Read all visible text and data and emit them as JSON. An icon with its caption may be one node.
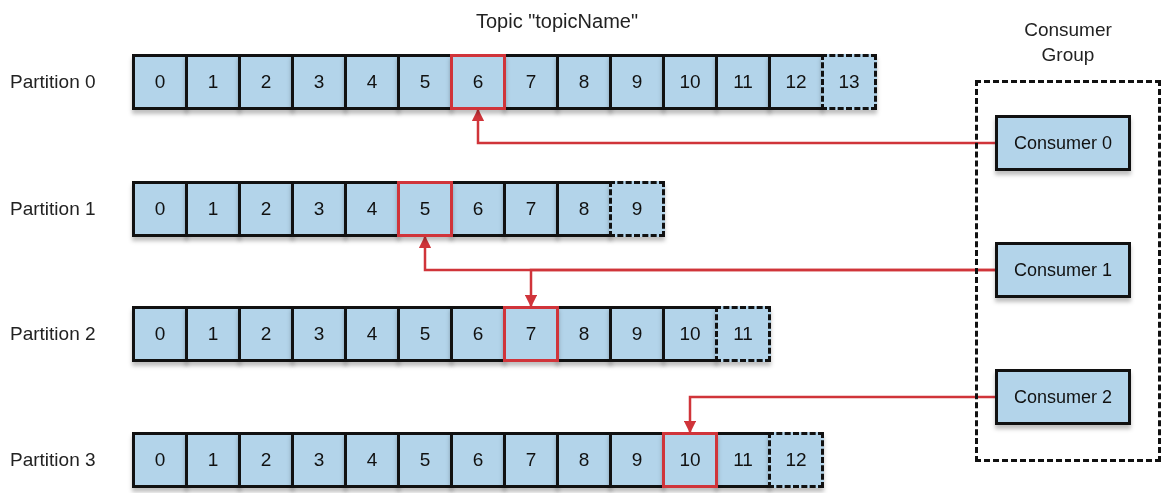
{
  "diagram": {
    "title": "Topic \"topicName\"",
    "nodes": [
      {
        "text": [
          "Partition 0"
        ]
      },
      {
        "text": [
          "0"
        ],
        "in": 0
      },
      {
        "text": [
          "1"
        ],
        "in": 0
      },
      {
        "text": [
          "2"
        ],
        "in": 0
      },
      {
        "text": [
          "3"
        ],
        "in": 0
      },
      {
        "text": [
          "4"
        ],
        "in": 0
      },
      {
        "text": [
          "5"
        ],
        "in": 0
      },
      {
        "text": [
          "6"
        ],
        "in": 0
      },
      {
        "text": [
          "7"
        ],
        "in": 0
      },
      {
        "text": [
          "8"
        ],
        "in": 0
      },
      {
        "text": [
          "9"
        ],
        "in": 0
      },
      {
        "text": [
          "10"
        ],
        "in": 0
      },
      {
        "text": [
          "11"
        ],
        "in": 0
      },
      {
        "text": [
          "12"
        ],
        "in": 0
      },
      {
        "text": [
          "13"
        ],
        "in": 0
      },
      {
        "text": [
          "Partition 1"
        ]
      },
      {
        "text": [
          "0"
        ],
        "in": 15
      },
      {
        "text": [
          "1"
        ],
        "in": 15
      },
      {
        "text": [
          "2"
        ],
        "in": 15
      },
      {
        "text": [
          "3"
        ],
        "in": 15
      },
      {
        "text": [
          "4"
        ],
        "in": 15
      },
      {
        "text": [
          "5"
        ],
        "in": 15
      },
      {
        "text": [
          "6"
        ],
        "in": 15
      },
      {
        "text": [
          "7"
        ],
        "in": 15
      },
      {
        "text": [
          "8"
        ],
        "in": 15
      },
      {
        "text": [
          "9"
        ],
        "in": 15
      },
      {
        "text": [
          "Partition 2"
        ]
      },
      {
        "text": [
          "0"
        ],
        "in": 26
      },
      {
        "text": [
          "1"
        ],
        "in": 26
      },
      {
        "text": [
          "2"
        ],
        "in": 26
      },
      {
        "text": [
          "3"
        ],
        "in": 26
      },
      {
        "text": [
          "4"
        ],
        "in": 26
      },
      {
        "text": [
          "5"
        ],
        "in": 26
      },
      {
        "text": [
          "6"
        ],
        "in": 26
      },
      {
        "text": [
          "7"
        ],
        "in": 26
      },
      {
        "text": [
          "8"
        ],
        "in": 26
      },
      {
        "text": [
          "9"
        ],
        "in": 26
      },
      {
        "text": [
          "10"
        ],
        "in": 26
      },
      {
        "text": [
          "11"
        ],
        "in": 26
      },
      {
        "text": [
          "Partition 3"
        ]
      },
      {
        "text": [
          "0"
        ],
        "in": 39
      },
      {
        "text": [
          "1"
        ],
        "in": 39
      },
      {
        "text": [
          "2"
        ],
        "in": 39
      },
      {
        "text": [
          "3"
        ],
        "in": 39
      },
      {
        "text": [
          "4"
        ],
        "in": 39
      },
      {
        "text": [
          "5"
        ],
        "in": 39
      },
      {
        "text": [
          "6"
        ],
        "in": 39
      },
      {
        "text": [
          "7"
        ],
        "in": 39
      },
      {
        "text": [
          "8"
        ],
        "in": 39
      },
      {
        "text": [
          "9"
        ],
        "in": 39
      },
      {
        "text": [
          "10"
        ],
        "in": 39
      },
      {
        "text": [
          "11"
        ],
        "in": 39
      },
      {
        "text": [
          "12"
        ],
        "in": 39
      },
      {
        "text": [
          "Consumer Group"
        ]
      },
      {
        "text": [
          "Consumer 0"
        ],
        "in": 53
      },
      {
        "text": [
          "Consumer 1"
        ],
        "in": 53
      },
      {
        "text": [
          "Consumer 2"
        ],
        "in": 53
      }
    ],
    "edges": [
      {
        "from": 54,
        "to": 7,
        "arrow": "to"
      },
      {
        "from": 55,
        "to": 21,
        "arrow": "to"
      },
      {
        "from": 55,
        "to": 34,
        "arrow": "to"
      },
      {
        "from": 56,
        "to": 50,
        "arrow": "to"
      }
    ]
  }
}
